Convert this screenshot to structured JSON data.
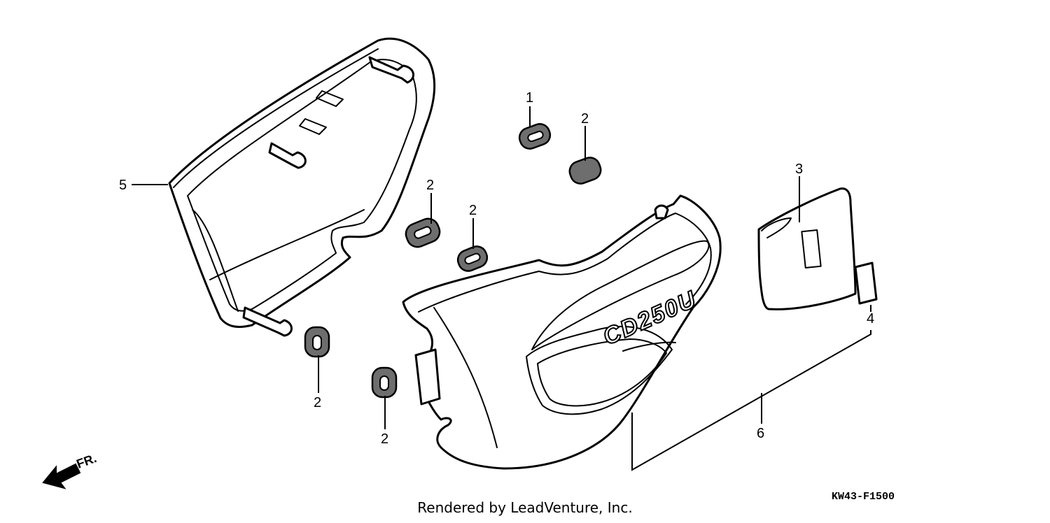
{
  "diagram": {
    "model_emblem": "CD250U",
    "direction_label": "FR.",
    "diagram_code": "KW43-F1500",
    "callouts": {
      "c1": "1",
      "c2a": "2",
      "c2b": "2",
      "c2c": "2",
      "c2d": "2",
      "c2e": "2",
      "c3": "3",
      "c4": "4",
      "c5": "5",
      "c6": "6"
    }
  },
  "footer": {
    "text": "Rendered by LeadVenture, Inc."
  }
}
